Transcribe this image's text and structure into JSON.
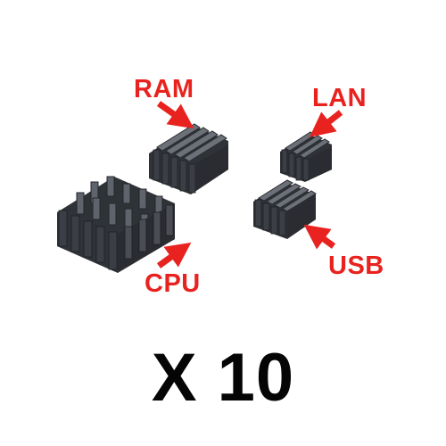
{
  "labels": {
    "ram": "RAM",
    "lan": "LAN",
    "cpu": "CPU",
    "usb": "USB"
  },
  "quantity": "X 10",
  "colors": {
    "label_red": "#e8231f",
    "heatsink_dark": "#3b3e44",
    "heatsink_light": "#6c7078",
    "quantity_text": "#050505"
  }
}
